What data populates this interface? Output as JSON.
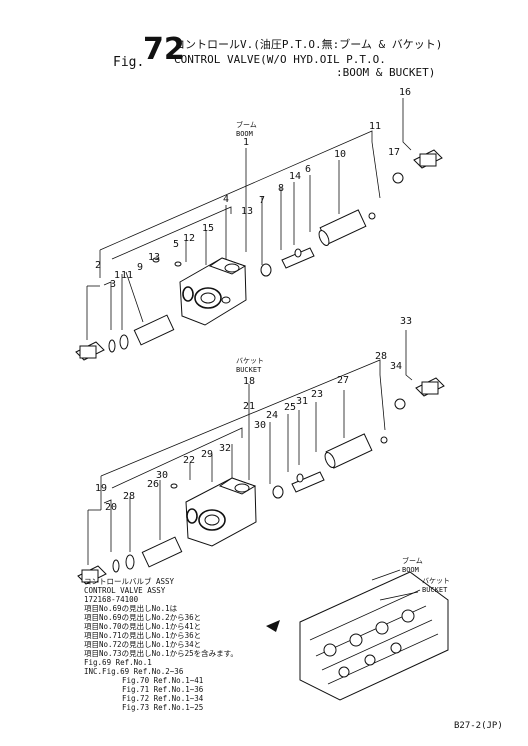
{
  "header": {
    "fig_label": "Fig.",
    "fig_number": "72",
    "title_jp": "コントロールV.(油圧P.T.O.無:ブーム & バケット)",
    "title_en_line1": "CONTROL VALVE(W/O HYD.OIL P.T.O.",
    "title_en_line2": ":BOOM & BUCKET)"
  },
  "boom_group": {
    "label_jp": "ブーム",
    "label_en": "BOOM",
    "callouts": [
      "16",
      "11",
      "1",
      "10",
      "17",
      "4",
      "7",
      "8",
      "14",
      "6",
      "13",
      "15",
      "5",
      "12",
      "13",
      "9",
      "2",
      "1",
      "11",
      "3"
    ]
  },
  "bucket_group": {
    "label_jp": "バケット",
    "label_en": "BUCKET",
    "callouts": [
      "33",
      "28",
      "18",
      "34",
      "21",
      "27",
      "24",
      "25",
      "31",
      "23",
      "30",
      "32",
      "22",
      "29",
      "26",
      "19",
      "20",
      "28",
      "30"
    ]
  },
  "inset": {
    "boom_jp": "ブーム",
    "boom_en": "BOOM",
    "bucket_jp": "バケット",
    "bucket_en": "BUCKET"
  },
  "assy_note": {
    "line1": "コントロールバルブ ASSY",
    "line2": "CONTROL VALVE ASSY",
    "line3": "172168-74100",
    "jp_lines": [
      "項目No.69の見出しNo.1は",
      "項目No.69の見出しNo.2から36と",
      "項目No.70の見出しNo.1から41と",
      "項目No.71の見出しNo.1から36と",
      "項目No.72の見出しNo.1から34と",
      "項目No.73の見出しNo.1から25を含みます。"
    ],
    "en_lines": [
      "Fig.69 Ref.No.1",
      "INC.Fig.69 Ref.No.2~36",
      "Fig.70 Ref.No.1~41",
      "Fig.71 Ref.No.1~36",
      "Fig.72 Ref.No.1~34",
      "Fig.73 Ref.No.1~25"
    ]
  },
  "footer": {
    "page_id": "B27-2(JP)"
  }
}
